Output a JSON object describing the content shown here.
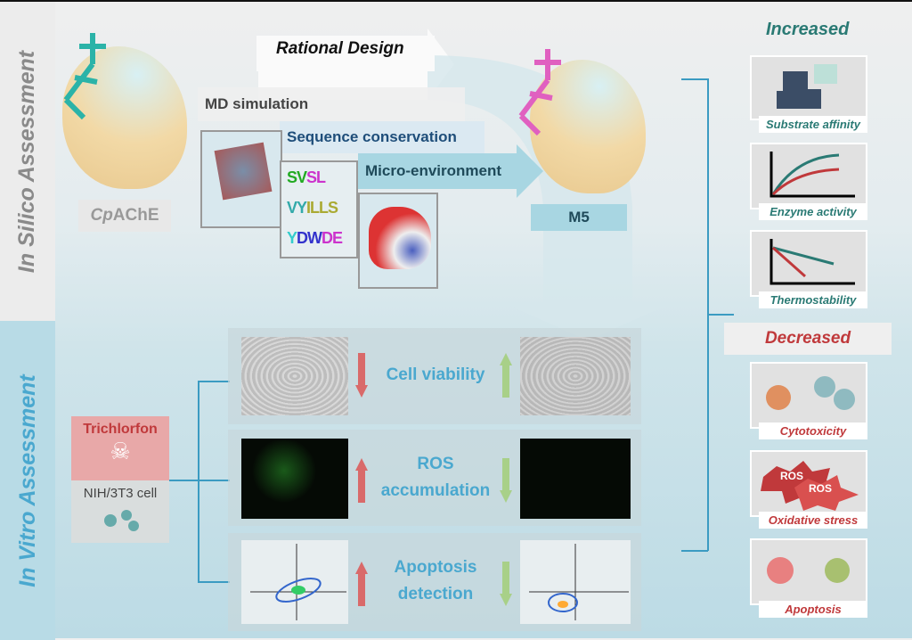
{
  "sections": {
    "silico": "In Silico Assessment",
    "vitro": "In Vitro Assessment"
  },
  "rational_design": "Rational Design",
  "steps": [
    "MD simulation",
    "Sequence conservation",
    "Micro-environment"
  ],
  "enzyme_wt": {
    "prefix": "Cp",
    "name": "AChE"
  },
  "enzyme_mut": "M5",
  "increased": {
    "title": "Increased",
    "items": [
      "Substrate affinity",
      "Enzyme activity",
      "Thermostability"
    ]
  },
  "decreased": {
    "title": "Decreased",
    "items": [
      "Cytotoxicity",
      "Oxidative stress",
      "Apoptosis"
    ],
    "ros": [
      "ROS",
      "ROS"
    ]
  },
  "treatment": {
    "agent": "Trichlorfon",
    "cell": "NIH/3T3 cell"
  },
  "assays": [
    {
      "label": "Cell viability",
      "before": "down",
      "after": "up"
    },
    {
      "label": "ROS accumulation",
      "before": "up",
      "after": "down"
    },
    {
      "label": "Apoptosis detection",
      "before": "up",
      "after": "down"
    }
  ],
  "colors": {
    "teal": "#2a7a74",
    "red": "#c0393b",
    "blue": "#4aa8cf"
  }
}
